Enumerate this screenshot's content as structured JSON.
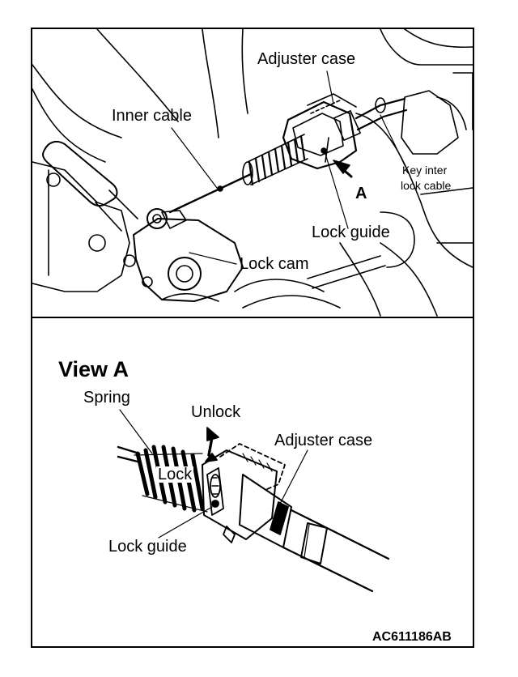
{
  "diagram": {
    "top_view": {
      "labels": {
        "adjuster_case": "Adjuster case",
        "inner_cable": "Inner cable",
        "key_inter_line1": "Key inter",
        "key_inter_line2": "lock cable",
        "view_marker": "A",
        "lock_guide": "Lock guide",
        "lock_cam": "Lock cam"
      }
    },
    "detail_view": {
      "title": "View A",
      "labels": {
        "spring": "Spring",
        "unlock": "Unlock",
        "lock": "Lock",
        "adjuster_case": "Adjuster case",
        "lock_guide": "Lock guide"
      }
    },
    "figure_code": "AC611186AB"
  }
}
